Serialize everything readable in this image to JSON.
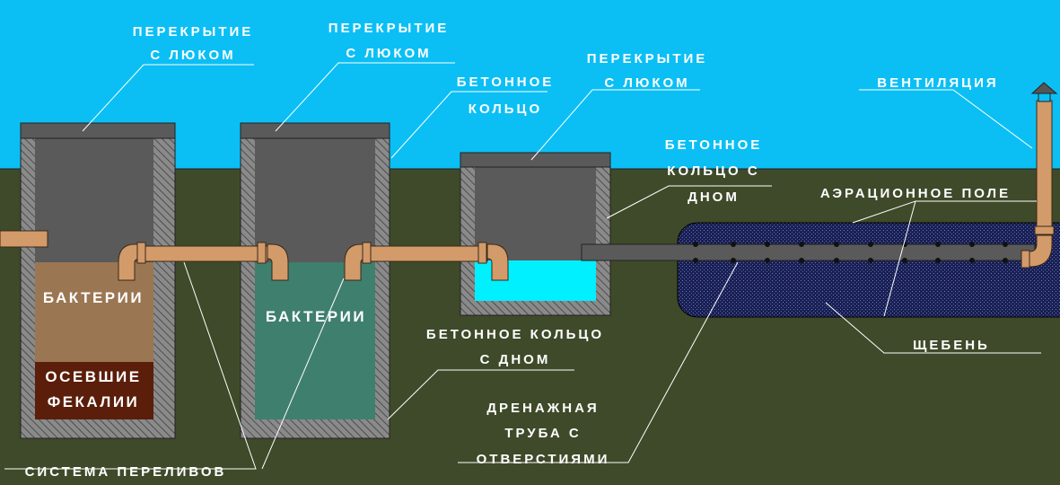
{
  "labels": {
    "cover1": [
      "ПЕРЕКРЫТИЕ",
      "С ЛЮКОМ"
    ],
    "cover2": [
      "ПЕРЕКРЫТИЕ",
      "С ЛЮКОМ"
    ],
    "cover3": [
      "ПЕРЕКРЫТИЕ",
      "С ЛЮКОМ"
    ],
    "ring": [
      "БЕТОННОЕ",
      "КОЛЬЦО"
    ],
    "ring_bottom_right": [
      "БЕТОННОЕ",
      "КОЛЬЦО С",
      "ДНОМ"
    ],
    "ventilation": "ВЕНТИЛЯЦИЯ",
    "aeration_field": "АЭРАЦИОННОЕ ПОЛЕ",
    "gravel": "ЩЕБЕНЬ",
    "ring_bottom_mid": [
      "БЕТОННОЕ КОЛЬЦО",
      "С ДНОМ"
    ],
    "drain_pipe": [
      "ДРЕНАЖНАЯ",
      "ТРУБА С",
      "ОТВЕРСТИЯМИ"
    ],
    "overflow_system": "СИСТЕМА ПЕРЕЛИВОВ",
    "tank1_bacteria": "БАКТЕРИИ",
    "tank1_sediment": [
      "ОСЕВШИЕ",
      "ФЕКАЛИИ"
    ],
    "tank2_bacteria": "БАКТЕРИИ"
  },
  "colors": {
    "sky": "#0bbff5",
    "ground": "#3e4a29",
    "concrete": "#5a5a5a",
    "pipe": "#d39a6a",
    "bacteria_brown": "#9b7653",
    "sediment": "#5a1e0a",
    "bacteria_teal": "#3f7f6e",
    "clean_water": "#00f0ff",
    "gravel": "#1a2050"
  }
}
